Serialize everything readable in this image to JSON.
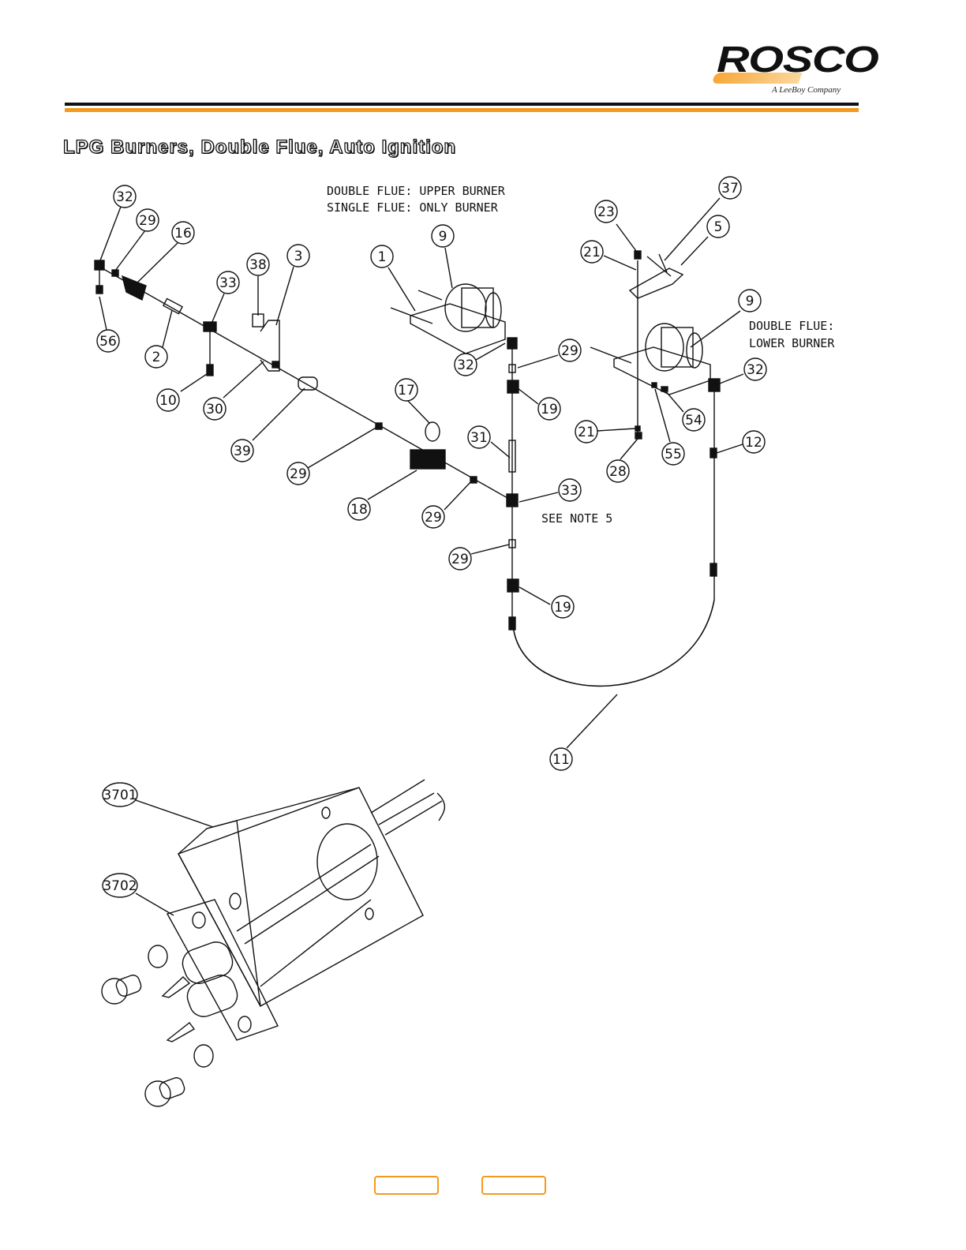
{
  "logo": {
    "word": "ROSCO",
    "tagline": "A LeeBoy Company"
  },
  "title": "LPG Burners, Double Flue, Auto Ignition",
  "notes": {
    "upper_line1": "DOUBLE FLUE: UPPER BURNER",
    "upper_line2": "SINGLE FLUE: ONLY BURNER",
    "lower_line1": "DOUBLE FLUE:",
    "lower_line2": "LOWER BURNER",
    "see_note": "SEE NOTE 5"
  },
  "callouts": [
    "32",
    "29",
    "16",
    "56",
    "2",
    "33",
    "38",
    "3",
    "10",
    "30",
    "1",
    "9",
    "32",
    "29",
    "19",
    "39",
    "17",
    "29",
    "31",
    "18",
    "29",
    "33",
    "29",
    "19",
    "23",
    "37",
    "21",
    "5",
    "9",
    "32",
    "54",
    "21",
    "55",
    "28",
    "12",
    "11",
    "3701",
    "3702"
  ],
  "nav": {
    "prev_label": "",
    "next_label": ""
  },
  "colors": {
    "accent": "#f39a1e",
    "ink": "#111111"
  }
}
